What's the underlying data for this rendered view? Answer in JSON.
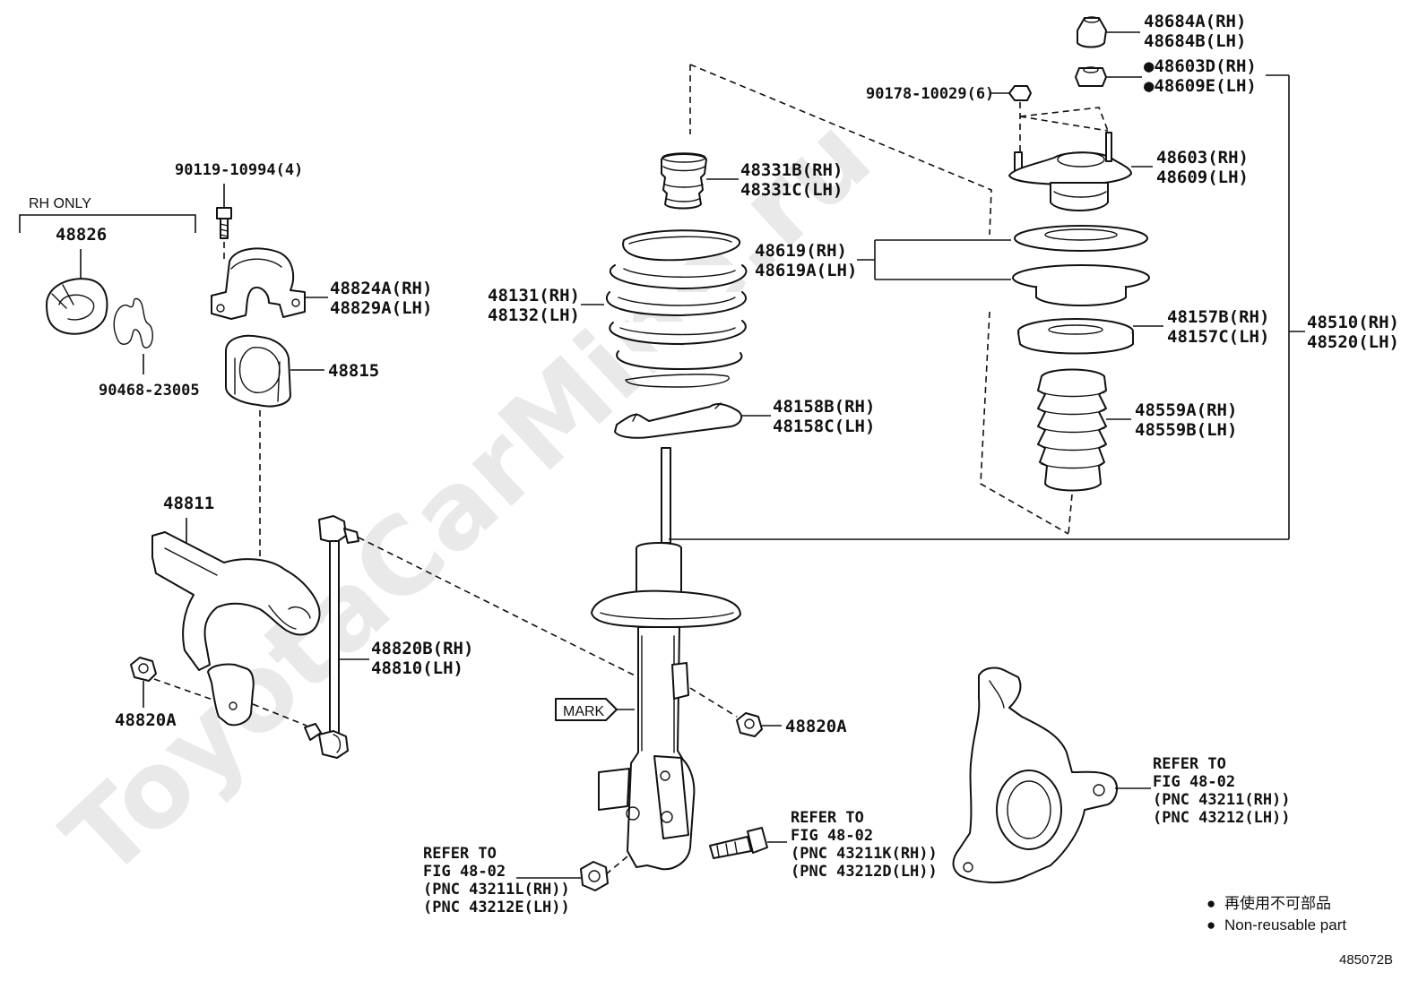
{
  "watermark": "ToyotaCarMine.ru",
  "diagram_id": "485072B",
  "rh_only_label": "RH ONLY",
  "labels": {
    "p48684a": "48684A(RH)",
    "p48684b": "48684B(LH)",
    "p48603d": "●48603D(RH)",
    "p48609e": "●48609E(LH)",
    "p90178": "90178-10029(6)",
    "p48603": "48603(RH)",
    "p48609": "48609(LH)",
    "p48331b": "48331B(RH)",
    "p48331c": "48331C(LH)",
    "p48619": "48619(RH)",
    "p48619a": "48619A(LH)",
    "p48131": "48131(RH)",
    "p48132": "48132(LH)",
    "p48157b": "48157B(RH)",
    "p48157c": "48157C(LH)",
    "p48510": "48510(RH)",
    "p48520": "48520(LH)",
    "p48158b": "48158B(RH)",
    "p48158c": "48158C(LH)",
    "p48559a": "48559A(RH)",
    "p48559b": "48559B(LH)",
    "p90119": "90119-10994(4)",
    "p48826": "48826",
    "p48824a": "48824A(RH)",
    "p48829a": "48829A(LH)",
    "p48815": "48815",
    "p90468": "90468-23005",
    "p48811": "48811",
    "p48820b": "48820B(RH)",
    "p48810": "48810(LH)",
    "p48820a_left": "48820A",
    "p48820a_right": "48820A",
    "mark": "MARK"
  },
  "refer_notes": {
    "knuckle": [
      "REFER TO",
      "FIG 48-02",
      "(PNC 43211(RH))",
      "(PNC 43212(LH))"
    ],
    "bolt": [
      "REFER TO",
      "FIG 48-02",
      "(PNC 43211K(RH))",
      "(PNC 43212D(LH))"
    ],
    "nut": [
      "REFER TO",
      "FIG 48-02",
      "(PNC 43211L(RH))",
      "(PNC 43212E(LH))"
    ]
  },
  "legend": {
    "bullet": "●",
    "line1": "再使用不可部品",
    "line2": "Non-reusable part"
  }
}
